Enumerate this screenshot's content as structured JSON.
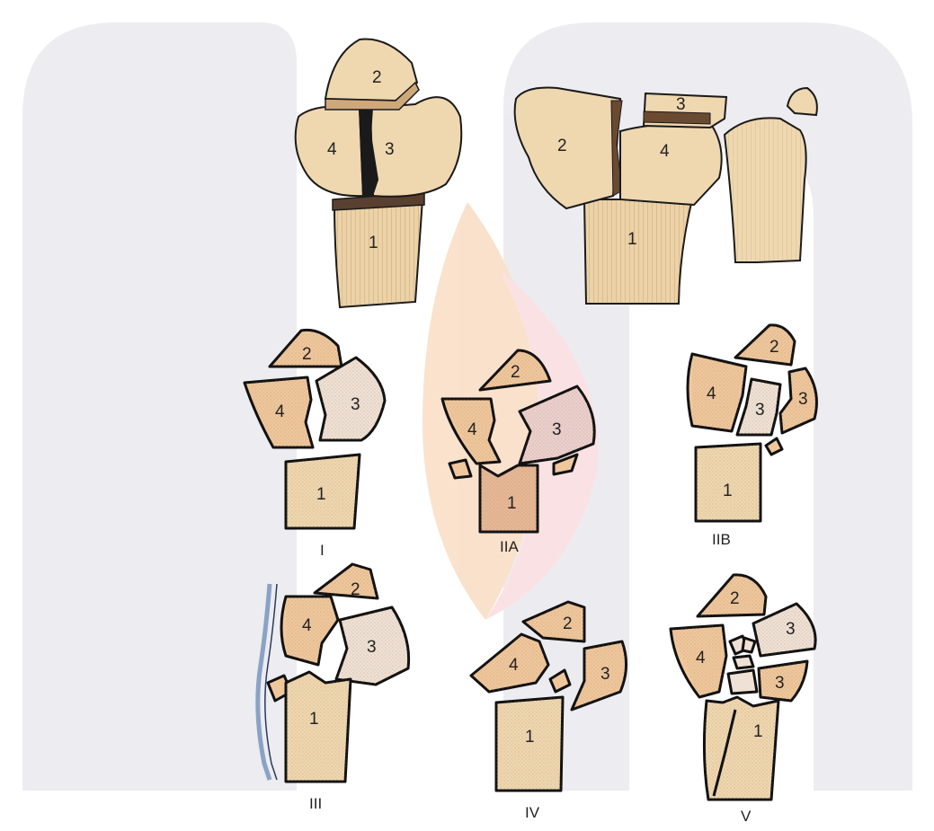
{
  "colors": {
    "bone_fill": "#efd7b0",
    "bone_fill_dark": "#dfbf92",
    "fragment_fill": "#f0c79c",
    "fragment_fill_shade": "#e6d2c4",
    "stroke": "#1a1a1a",
    "watermark_gray": "#e2e2e8",
    "watermark_orange": "#f6c9a0",
    "watermark_pink": "#f7cfd0",
    "soft_tissue_blue": "#8aa3c4"
  },
  "top_views": {
    "left": {
      "labels": [
        "2",
        "4",
        "3",
        "1"
      ]
    },
    "right": {
      "labels": [
        "3",
        "2",
        "4",
        "1"
      ]
    }
  },
  "panels": [
    {
      "id": "I",
      "caption": "I",
      "labels": [
        "2",
        "4",
        "3",
        "1"
      ]
    },
    {
      "id": "IIA",
      "caption": "IIA",
      "labels": [
        "2",
        "4",
        "3",
        "1"
      ]
    },
    {
      "id": "IIB",
      "caption": "IIB",
      "labels": [
        "2",
        "4",
        "3",
        "3",
        "1"
      ]
    },
    {
      "id": "III",
      "caption": "III",
      "labels": [
        "2",
        "4",
        "3",
        "1"
      ]
    },
    {
      "id": "IV",
      "caption": "IV",
      "labels": [
        "2",
        "4",
        "3",
        "1"
      ]
    },
    {
      "id": "V",
      "caption": "V",
      "labels": [
        "2",
        "4",
        "3",
        "3",
        "1"
      ]
    }
  ]
}
